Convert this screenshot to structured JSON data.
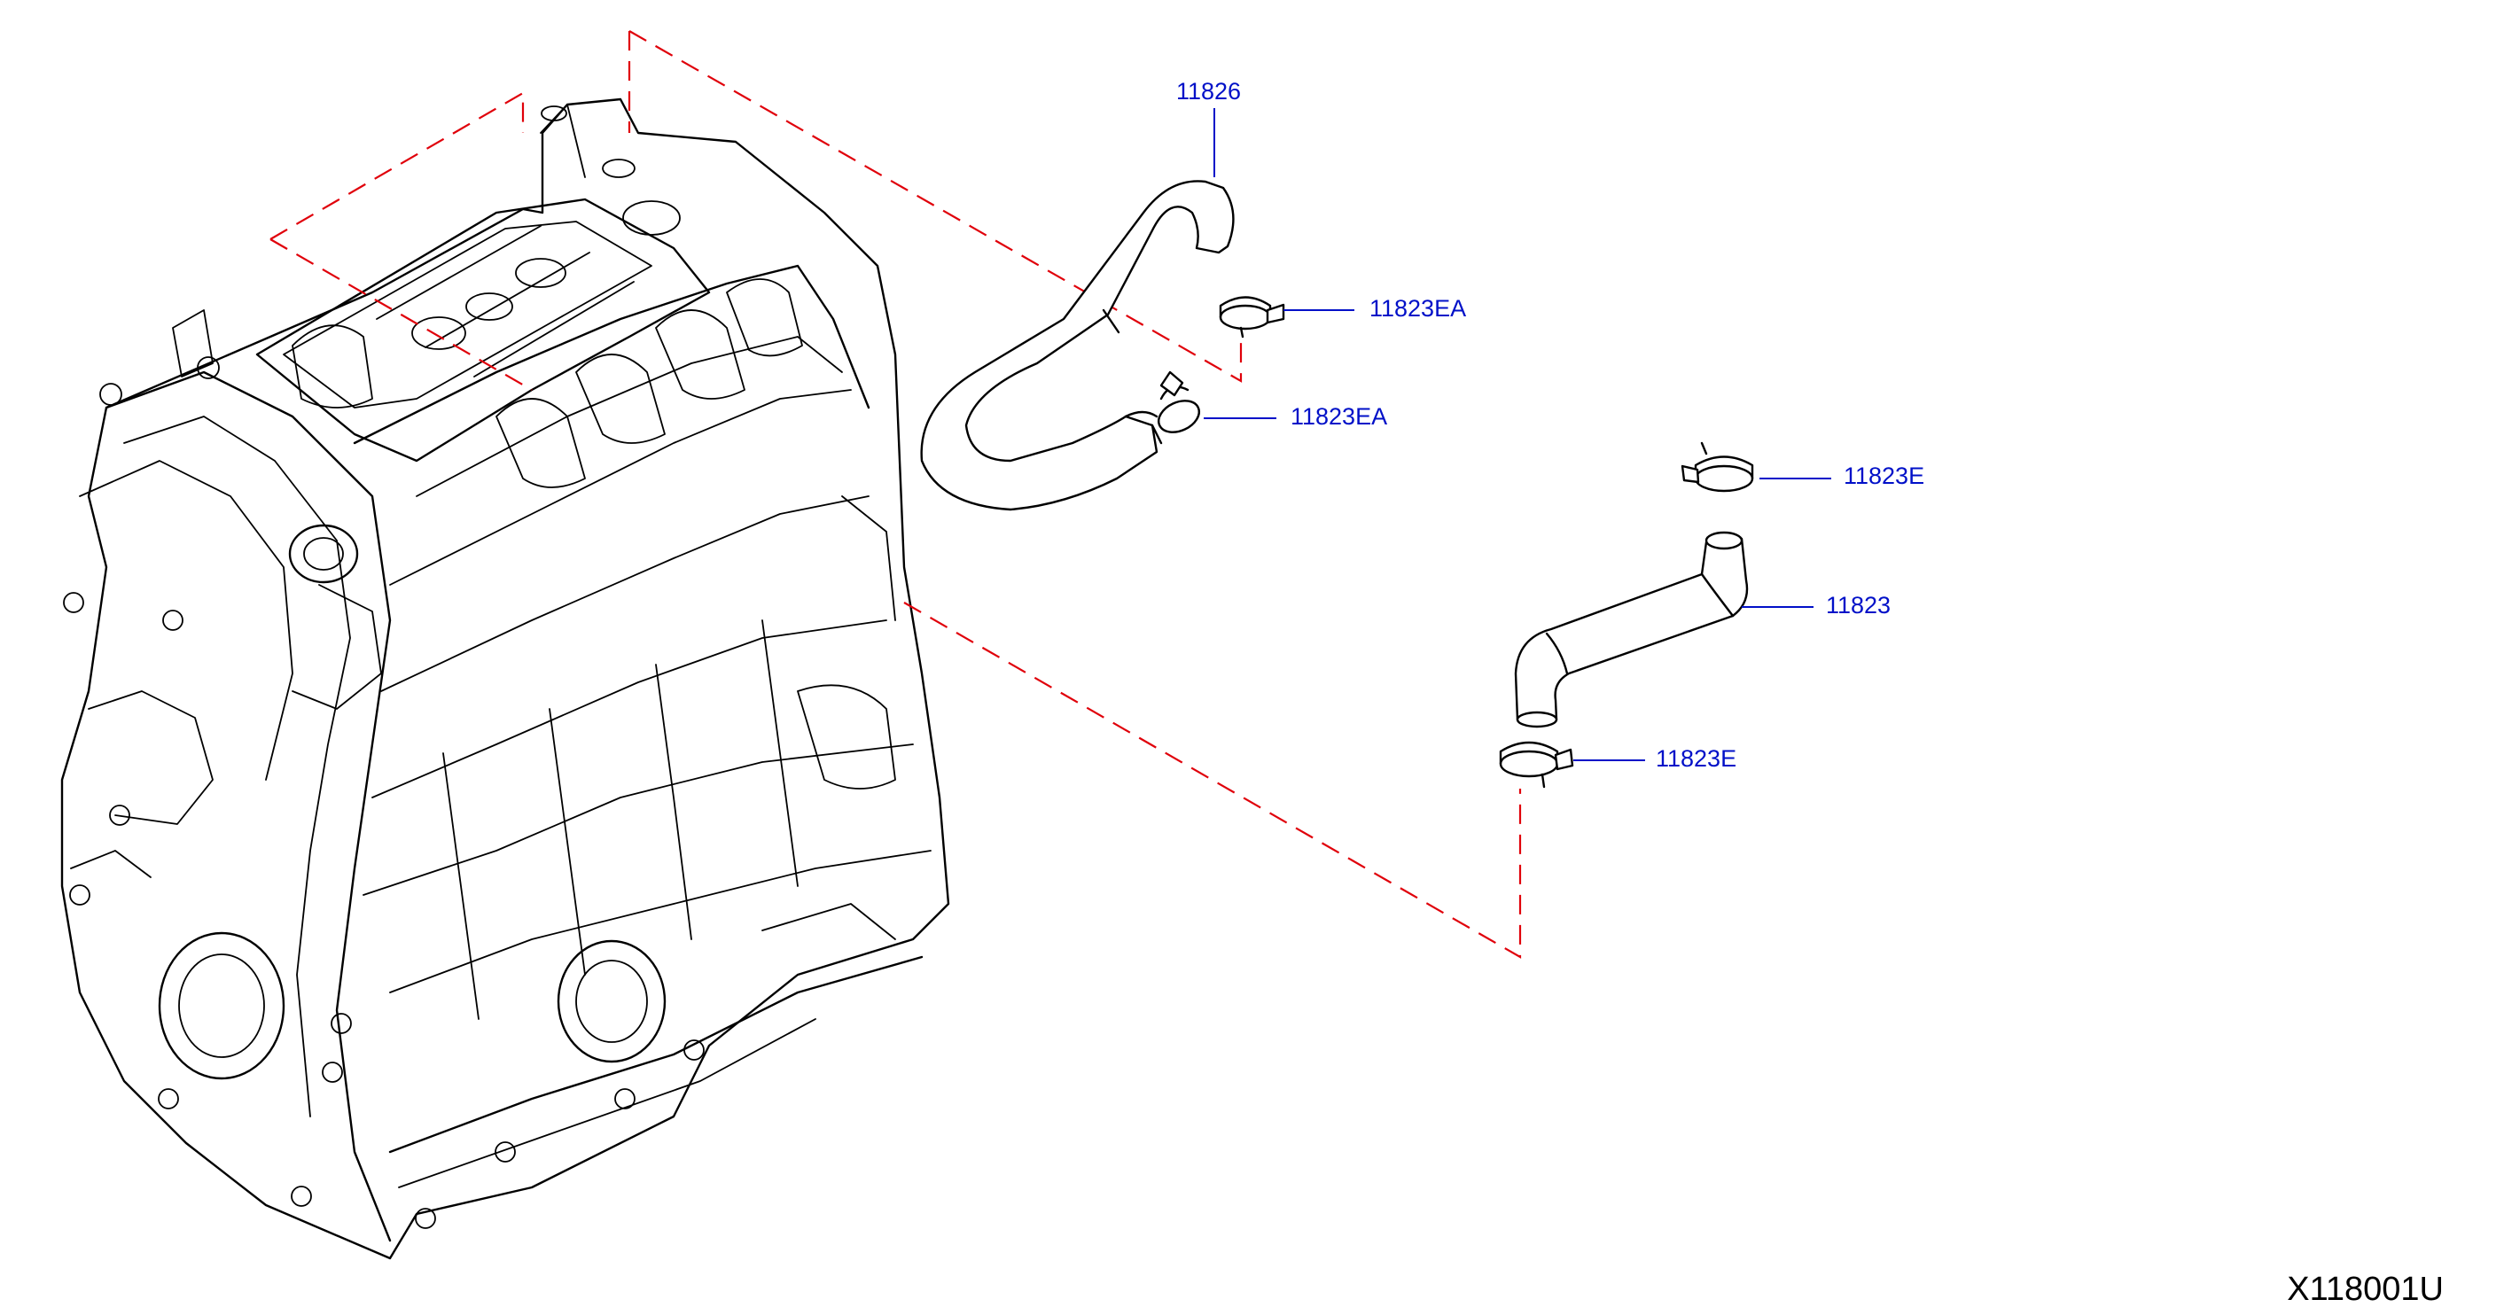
{
  "diagram": {
    "callouts": {
      "hose_upper": "11826",
      "clamp_upper_1": "11823EA",
      "clamp_upper_2": "11823EA",
      "clamp_lower_1": "11823E",
      "hose_lower": "11823",
      "clamp_lower_2": "11823E"
    },
    "diagram_id": "X118001U"
  },
  "colors": {
    "callout_text": "#0010c8",
    "leader_line": "#0010c8",
    "dashed_guide": "#e0000a",
    "line_art": "#000000",
    "background": "#ffffff"
  }
}
